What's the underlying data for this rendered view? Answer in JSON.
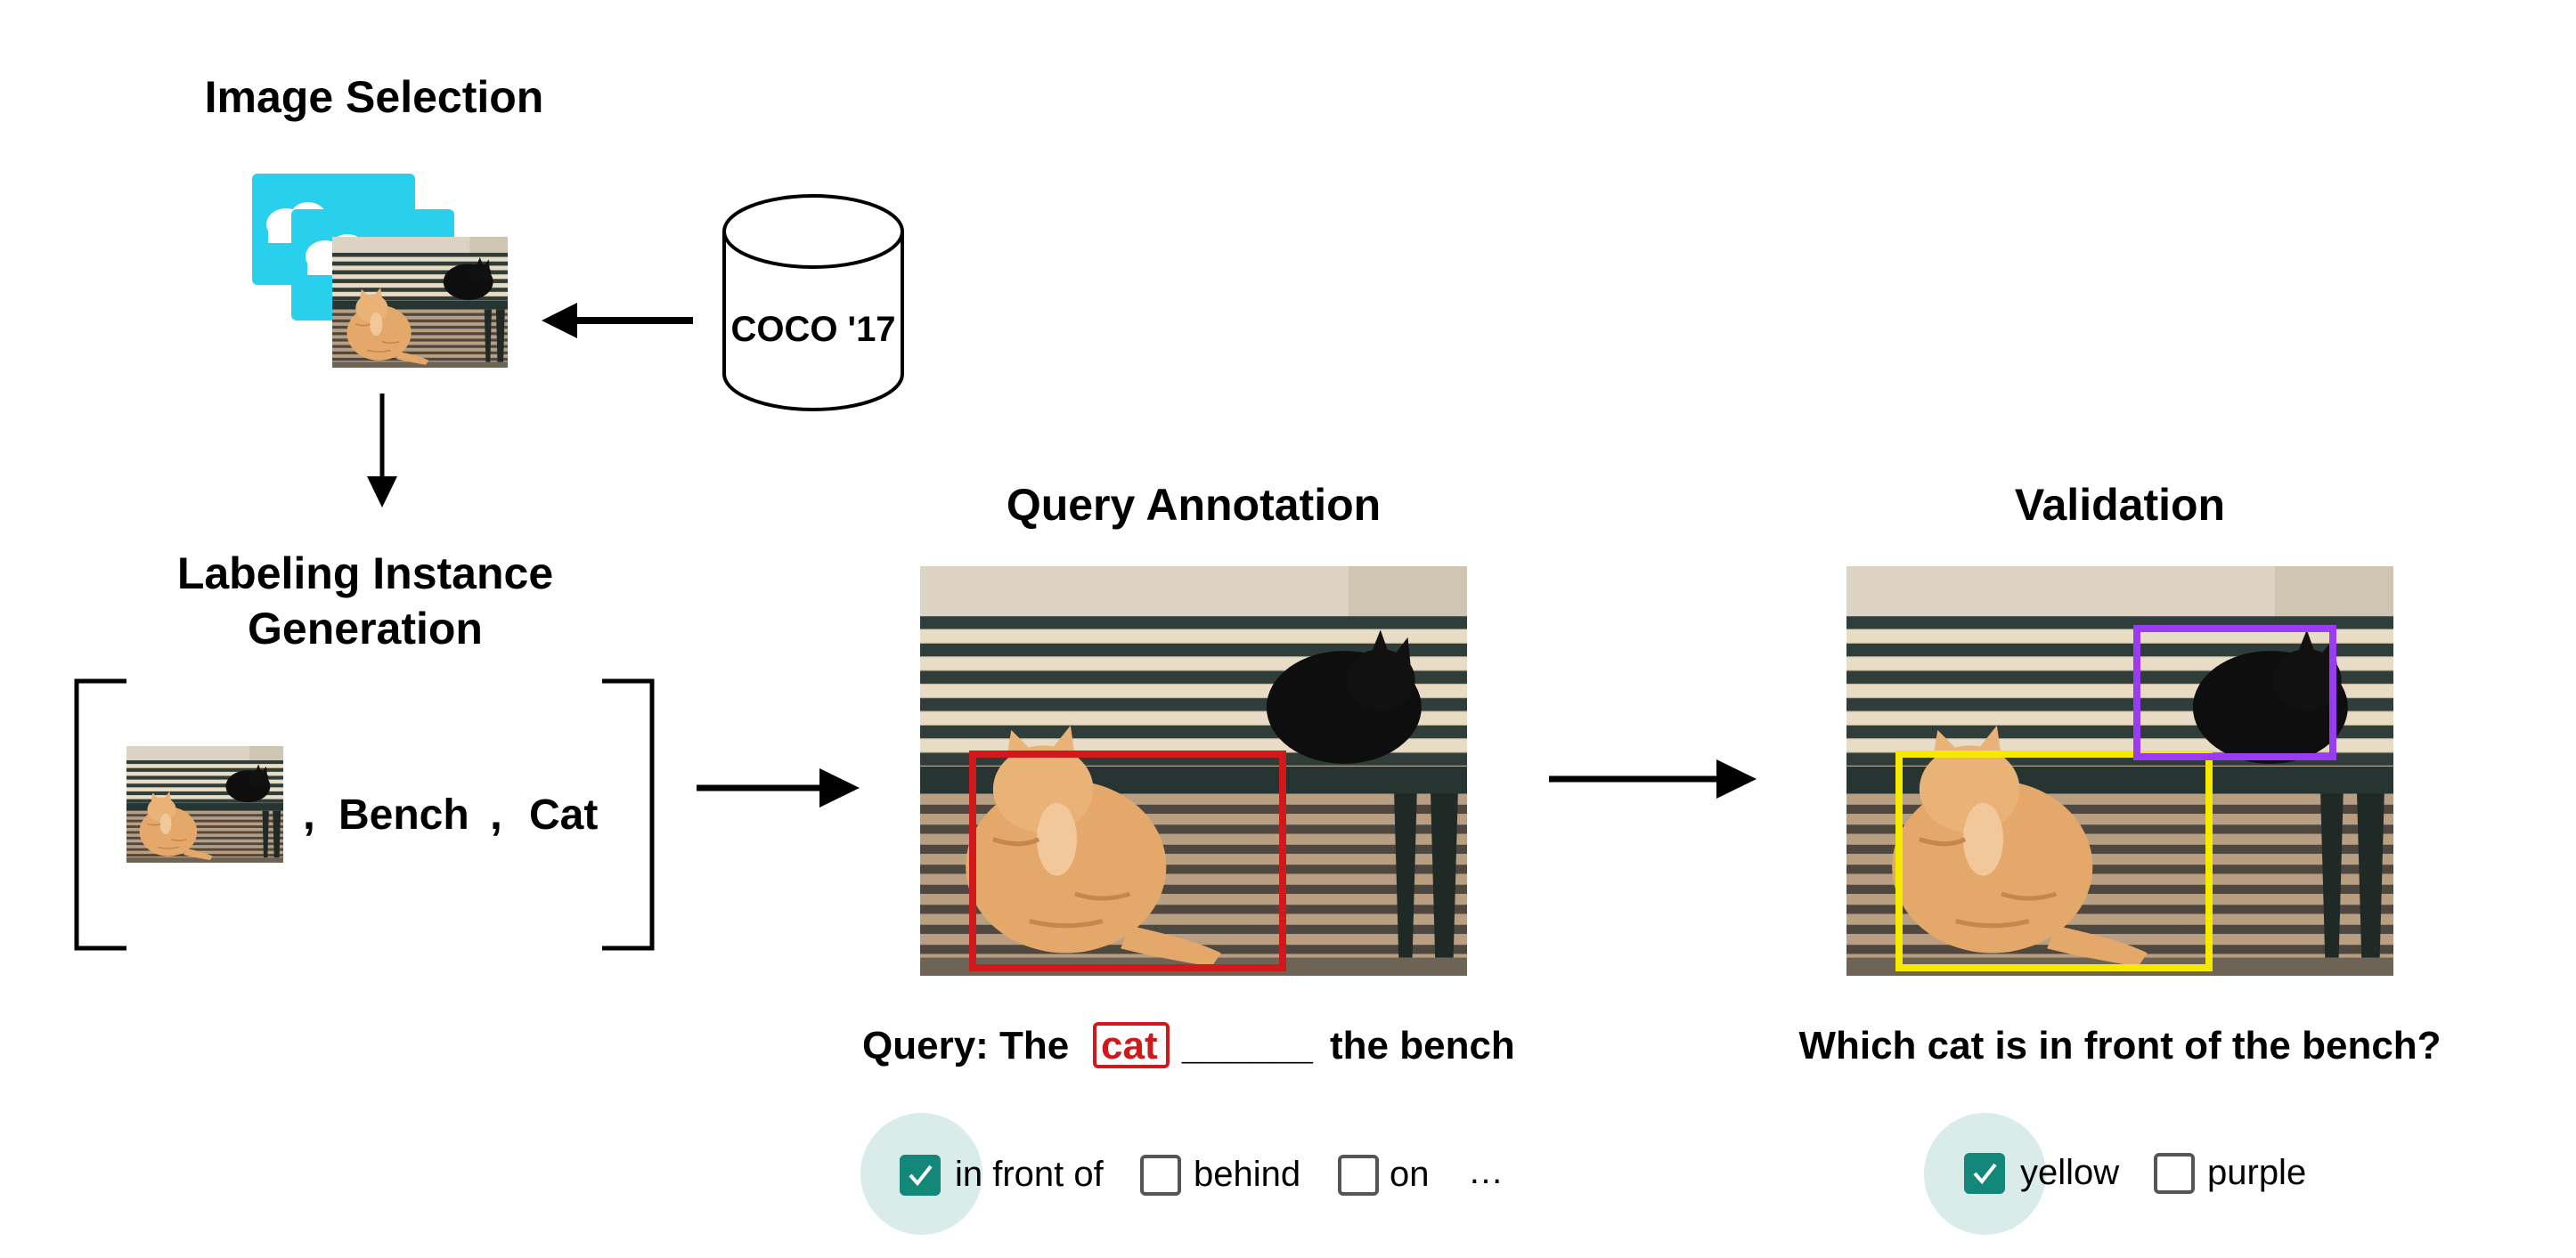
{
  "stages": {
    "image_selection": "Image Selection",
    "labeling_instance": [
      "Labeling Instance",
      "Generation"
    ],
    "query_annotation": "Query Annotation",
    "validation": "Validation"
  },
  "dataset": {
    "label": "COCO '17"
  },
  "instance": {
    "sep1": ",",
    "category_1": "Bench",
    "sep2": ",",
    "category_2": "Cat"
  },
  "query": {
    "prefix": "Query: The",
    "highlight": "cat",
    "blank": "______",
    "suffix": "the bench",
    "highlight_color": "#d0191b",
    "options": [
      {
        "label": "in front of",
        "checked": true
      },
      {
        "label": "behind",
        "checked": false
      },
      {
        "label": "on",
        "checked": false
      }
    ],
    "more": "…"
  },
  "validation": {
    "question": "Which cat is in front of the bench?",
    "options": [
      {
        "label": "yellow",
        "checked": true
      },
      {
        "label": "purple",
        "checked": false
      }
    ],
    "box_colors": {
      "yellow": "#f5e900",
      "purple": "#9a3cf0",
      "query": "#d0191b"
    }
  },
  "colors": {
    "check": "#12877a",
    "halo": "#d9ecea",
    "stack": "#29d0ee"
  }
}
